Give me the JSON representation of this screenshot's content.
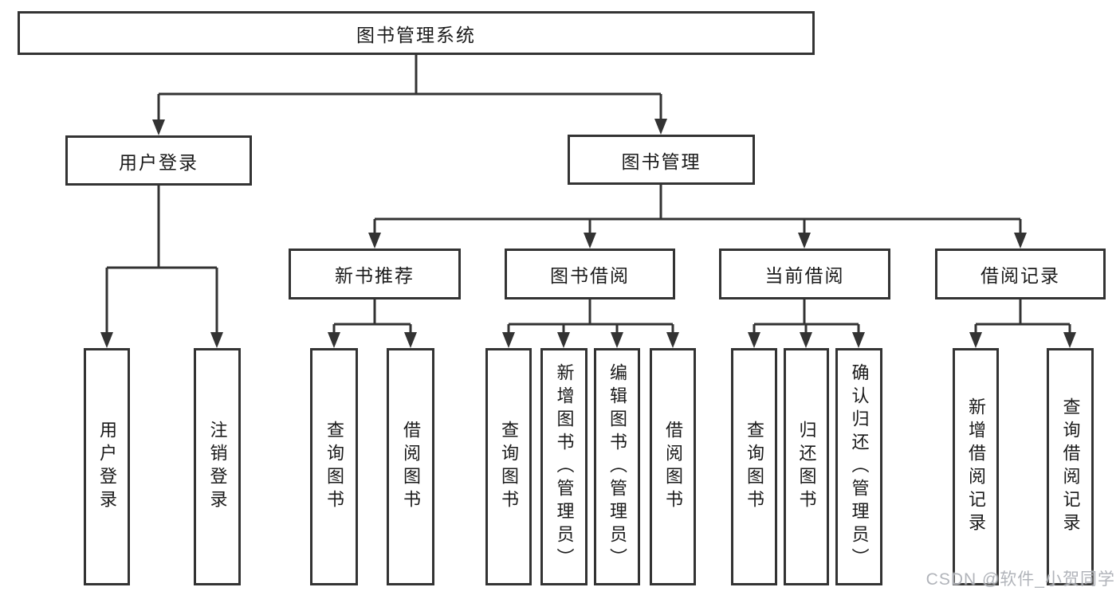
{
  "tree": {
    "root": {
      "label": "图书管理系统"
    },
    "children": [
      {
        "label": "用户登录",
        "children": [
          {
            "label": "用户登录"
          },
          {
            "label": "注销登录"
          }
        ]
      },
      {
        "label": "图书管理",
        "children": [
          {
            "label": "新书推荐",
            "children": [
              {
                "label": "查询图书"
              },
              {
                "label": "借阅图书"
              }
            ]
          },
          {
            "label": "图书借阅",
            "children": [
              {
                "label": "查询图书"
              },
              {
                "label": "新增图书（管理员）"
              },
              {
                "label": "编辑图书（管理员）"
              },
              {
                "label": "借阅图书"
              }
            ]
          },
          {
            "label": "当前借阅",
            "children": [
              {
                "label": "查询图书"
              },
              {
                "label": "归还图书"
              },
              {
                "label": "确认归还（管理员）"
              }
            ]
          },
          {
            "label": "借阅记录",
            "children": [
              {
                "label": "新增借阅记录"
              },
              {
                "label": "查询借阅记录"
              }
            ]
          }
        ]
      }
    ]
  },
  "watermark": {
    "text": "CSDN @软件_小贺同学"
  },
  "colors": {
    "line": "#333333",
    "box_border": "#333333",
    "text": "#1a1a1a",
    "background": "#ffffff",
    "watermark": "#a8acb2"
  }
}
